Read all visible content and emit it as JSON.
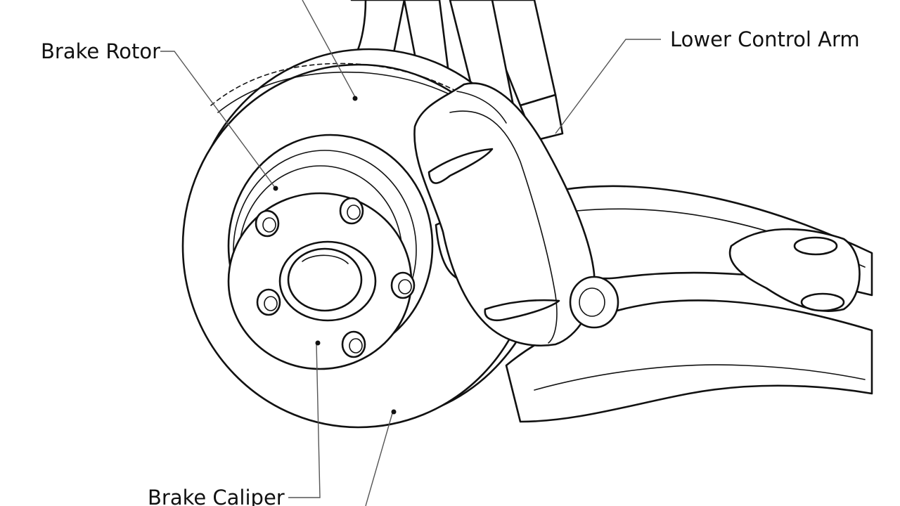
{
  "callouts": {
    "brake_rotor": "Brake Rotor",
    "lower_control_arm": "Lower Control Arm",
    "brake_caliper": "Brake Caliper"
  },
  "colors": {
    "ink": "#111111",
    "leader": "#555555",
    "background": "#ffffff"
  }
}
